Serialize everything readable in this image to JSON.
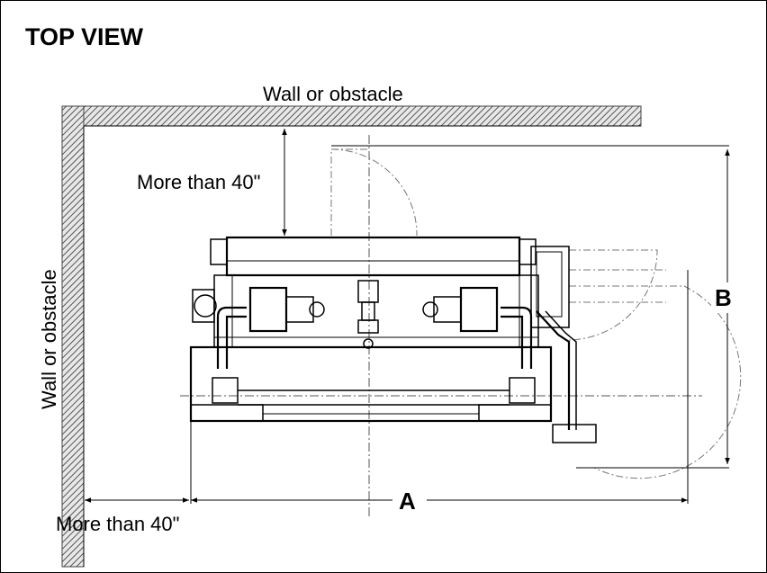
{
  "title": "TOP VIEW",
  "labels": {
    "wall_top": "Wall or obstacle",
    "wall_left": "Wall or obstacle",
    "clearance_top": "More than 40\"",
    "clearance_left": "More than 40\""
  },
  "dimensions": {
    "a": "A",
    "b": "B"
  },
  "colors": {
    "line": "#000000",
    "hatch": "#555555",
    "background": "#ffffff"
  }
}
